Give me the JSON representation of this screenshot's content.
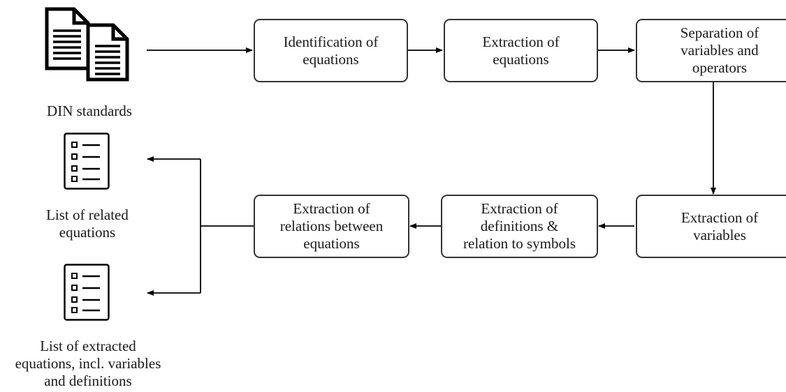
{
  "inputs": {
    "din_standards": "DIN standards"
  },
  "steps": {
    "identification": "Identification of\nequations",
    "extraction_equations": "Extraction of\nequations",
    "separation": "Separation of\nvariables and\noperators",
    "extraction_variables": "Extraction of\nvariables",
    "extraction_definitions": "Extraction of\ndefinitions  &\nrelation to symbols",
    "extraction_relations": "Extraction of\nrelations between\nequations"
  },
  "outputs": {
    "related_equations": "List of related\nequations",
    "extracted_equations": "List of extracted\nequations, incl. variables\nand definitions"
  },
  "icons": {
    "input": "two-documents-icon",
    "output_1": "checklist-icon",
    "output_2": "checklist-icon"
  }
}
